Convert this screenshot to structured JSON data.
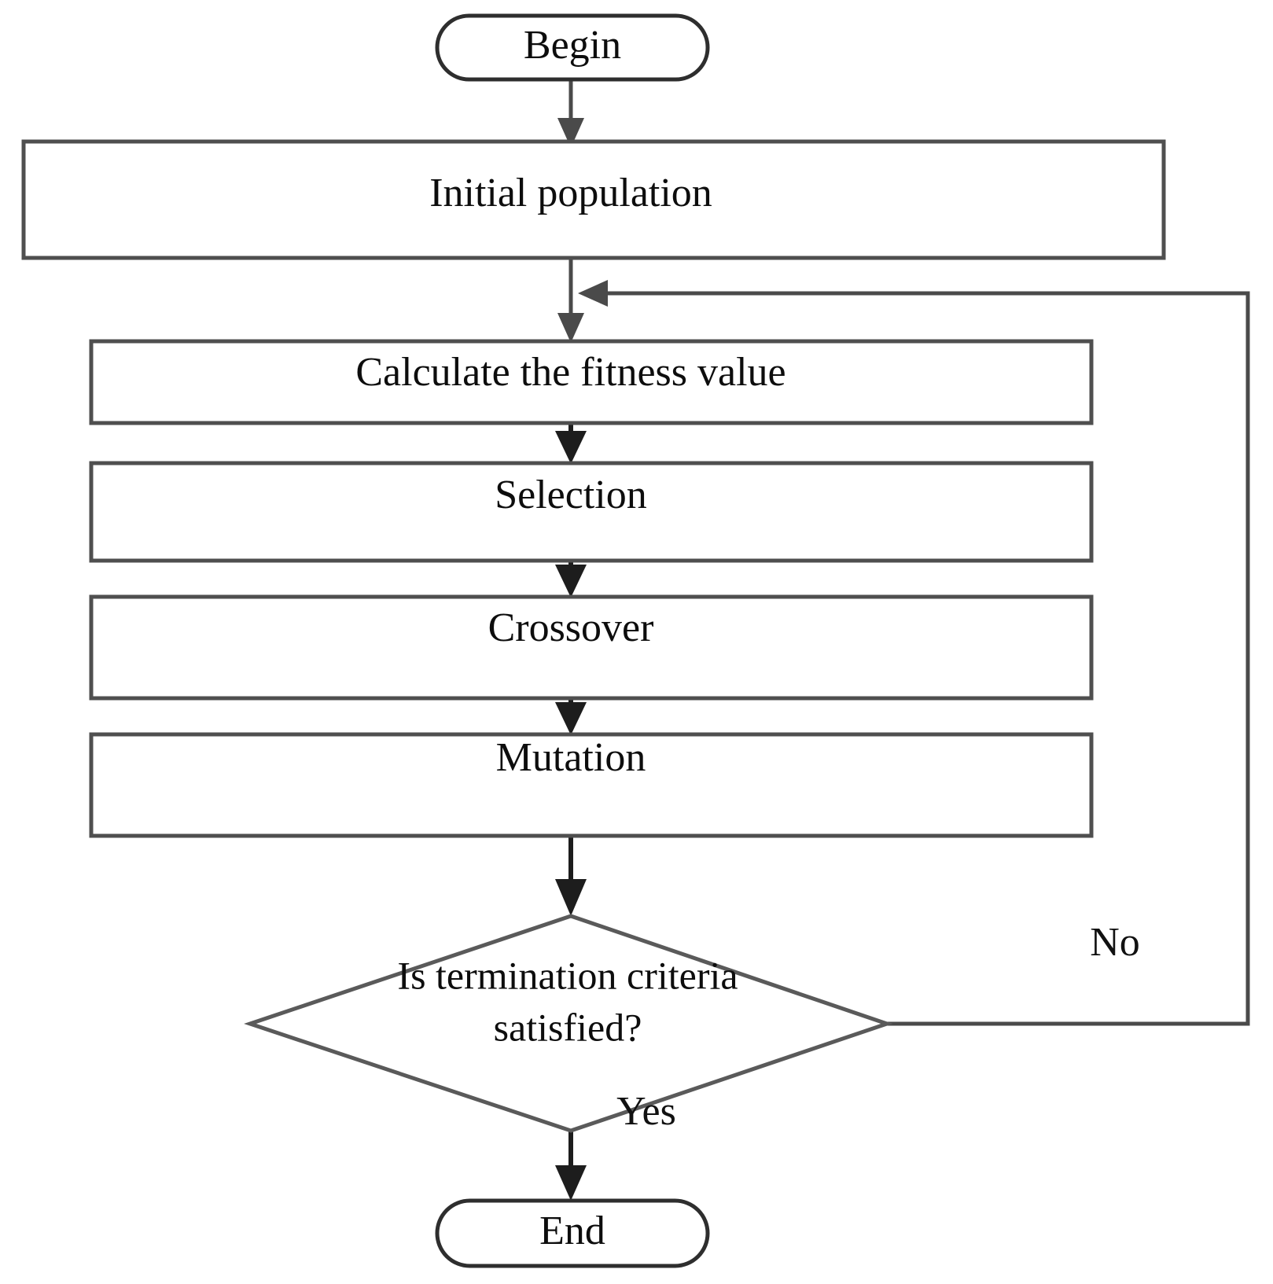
{
  "diagram": {
    "title": "Genetic Algorithm Flowchart",
    "type": "flowchart",
    "background_color": "#ffffff",
    "line_color": "#4a4a4a",
    "dark_line_color": "#1d1d1d",
    "text_color": "#0d0d0d",
    "nodes": [
      {
        "id": "begin",
        "shape": "terminator",
        "label": "Begin"
      },
      {
        "id": "init_pop",
        "shape": "process",
        "label": "Initial population"
      },
      {
        "id": "fitness",
        "shape": "process",
        "label": "Calculate the fitness value"
      },
      {
        "id": "selection",
        "shape": "process",
        "label": "Selection"
      },
      {
        "id": "crossover",
        "shape": "process",
        "label": "Crossover"
      },
      {
        "id": "mutation",
        "shape": "process",
        "label": "Mutation"
      },
      {
        "id": "decision",
        "shape": "decision",
        "label_line1": "Is termination criteria",
        "label_line2": "satisfied?"
      },
      {
        "id": "end",
        "shape": "terminator",
        "label": "End"
      }
    ],
    "edges": [
      {
        "from": "begin",
        "to": "init_pop",
        "label": ""
      },
      {
        "from": "init_pop",
        "to": "fitness",
        "label": ""
      },
      {
        "from": "fitness",
        "to": "selection",
        "label": ""
      },
      {
        "from": "selection",
        "to": "crossover",
        "label": ""
      },
      {
        "from": "crossover",
        "to": "mutation",
        "label": ""
      },
      {
        "from": "mutation",
        "to": "decision",
        "label": ""
      },
      {
        "from": "decision",
        "to": "end",
        "label": "Yes"
      },
      {
        "from": "decision",
        "to": "fitness",
        "label": "No"
      }
    ],
    "edge_labels": {
      "yes": "Yes",
      "no": "No"
    }
  }
}
